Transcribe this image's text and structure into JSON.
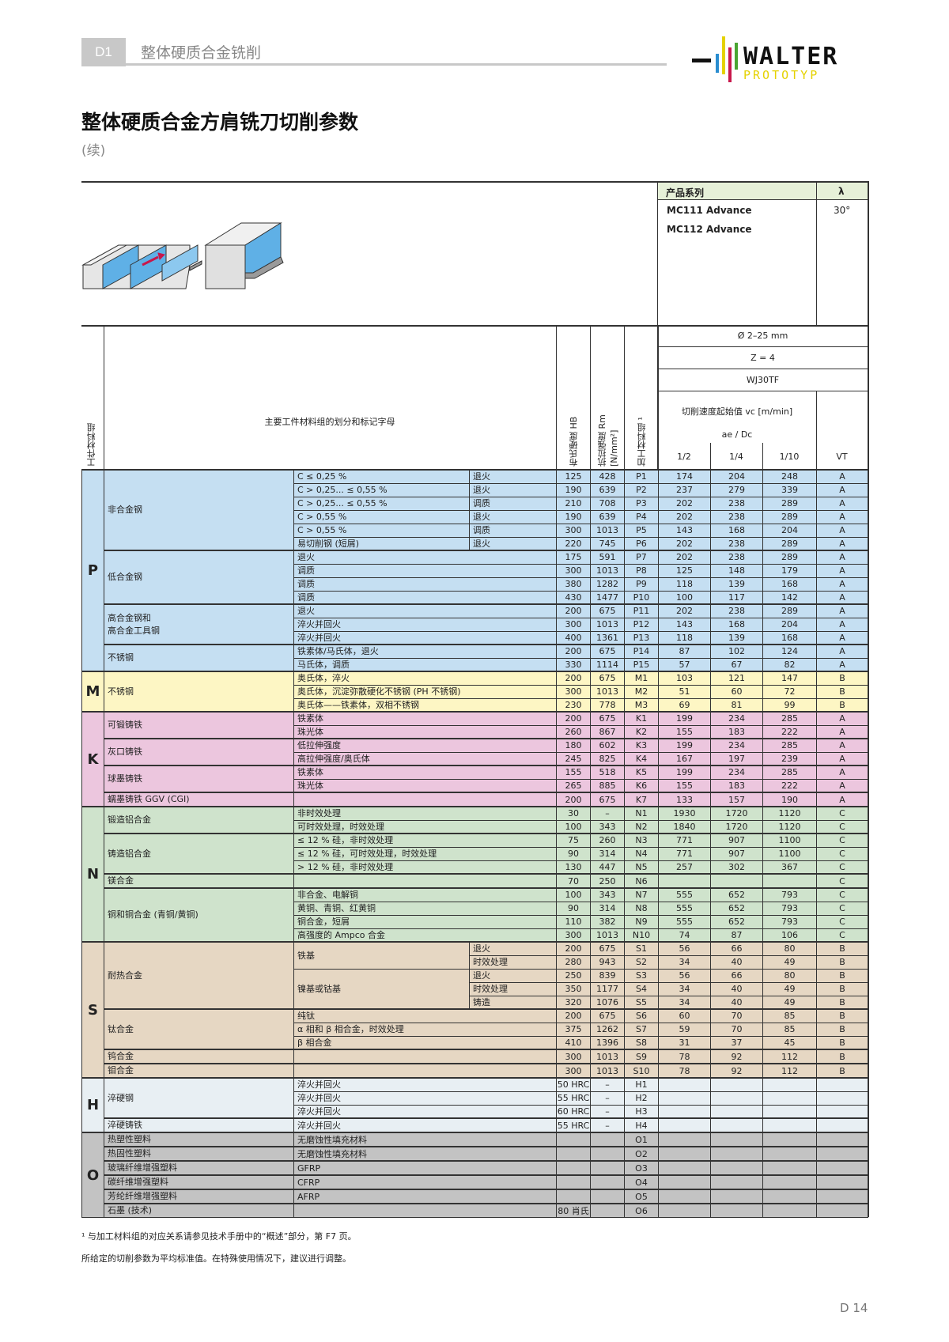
{
  "header": {
    "section_tab": "D1",
    "section_title": "整体硬质合金铣削",
    "logo_word": "WALTER",
    "logo_sub": "PROTOTYP",
    "logo_colors": [
      "#2a8dd0",
      "#e5d200",
      "#c8174b",
      "#4aa532"
    ]
  },
  "page": {
    "title": "整体硬质合金方肩铣刀切削参数",
    "continued": "(续)",
    "page_number": "D 14"
  },
  "product": {
    "series_label": "产品系列",
    "lambda_label": "λ",
    "series": [
      "MC111 Advance",
      "MC112 Advance"
    ],
    "lambda_value": "30°",
    "diameter": "Ø 2–25 mm",
    "teeth": "Z = 4",
    "grade": "WJ30TF",
    "vc_label": "切削速度起始值 vc [m/min]",
    "ae_label": "ae / Dc",
    "ae_cols": [
      "1/2",
      "1/4",
      "1/10"
    ],
    "vt_label": "VT"
  },
  "columns": {
    "group": "工件材料组",
    "main": "主要工件材料组的划分和标记字母",
    "hb": "布氏硬度 HB",
    "rm": "抗拉强度 Rm [N/mm²]",
    "mat": "加工材料组 ¹"
  },
  "rows": [
    {
      "g": "P",
      "cat": "非合金钢",
      "sub": "C ≤ 0,25 %",
      "t": "退火",
      "hb": "125",
      "rm": "428",
      "mat": "P1",
      "v1": "174",
      "v2": "204",
      "v3": "248",
      "vt": "A"
    },
    {
      "g": "P",
      "cat": "",
      "sub": "C > 0,25... ≤ 0,55 %",
      "t": "退火",
      "hb": "190",
      "rm": "639",
      "mat": "P2",
      "v1": "237",
      "v2": "279",
      "v3": "339",
      "vt": "A"
    },
    {
      "g": "P",
      "cat": "",
      "sub": "C > 0,25... ≤ 0,55 %",
      "t": "调质",
      "hb": "210",
      "rm": "708",
      "mat": "P3",
      "v1": "202",
      "v2": "238",
      "v3": "289",
      "vt": "A"
    },
    {
      "g": "P",
      "cat": "",
      "sub": "C > 0,55 %",
      "t": "退火",
      "hb": "190",
      "rm": "639",
      "mat": "P4",
      "v1": "202",
      "v2": "238",
      "v3": "289",
      "vt": "A"
    },
    {
      "g": "P",
      "cat": "",
      "sub": "C > 0,55 %",
      "t": "调质",
      "hb": "300",
      "rm": "1013",
      "mat": "P5",
      "v1": "143",
      "v2": "168",
      "v3": "204",
      "vt": "A"
    },
    {
      "g": "P",
      "cat": "",
      "sub": "易切削钢 (短屑)",
      "t": "退火",
      "hb": "220",
      "rm": "745",
      "mat": "P6",
      "v1": "202",
      "v2": "238",
      "v3": "289",
      "vt": "A"
    },
    {
      "g": "P",
      "cat": "低合金钢",
      "sub": "退火",
      "t": "",
      "hb": "175",
      "rm": "591",
      "mat": "P7",
      "v1": "202",
      "v2": "238",
      "v3": "289",
      "vt": "A"
    },
    {
      "g": "P",
      "cat": "",
      "sub": "调质",
      "t": "",
      "hb": "300",
      "rm": "1013",
      "mat": "P8",
      "v1": "125",
      "v2": "148",
      "v3": "179",
      "vt": "A"
    },
    {
      "g": "P",
      "cat": "",
      "sub": "调质",
      "t": "",
      "hb": "380",
      "rm": "1282",
      "mat": "P9",
      "v1": "118",
      "v2": "139",
      "v3": "168",
      "vt": "A"
    },
    {
      "g": "P",
      "cat": "",
      "sub": "调质",
      "t": "",
      "hb": "430",
      "rm": "1477",
      "mat": "P10",
      "v1": "100",
      "v2": "117",
      "v3": "142",
      "vt": "A"
    },
    {
      "g": "P",
      "cat": "高合金钢和\n高合金工具钢",
      "sub": "退火",
      "t": "",
      "hb": "200",
      "rm": "675",
      "mat": "P11",
      "v1": "202",
      "v2": "238",
      "v3": "289",
      "vt": "A"
    },
    {
      "g": "P",
      "cat": "",
      "sub": "淬火并回火",
      "t": "",
      "hb": "300",
      "rm": "1013",
      "mat": "P12",
      "v1": "143",
      "v2": "168",
      "v3": "204",
      "vt": "A"
    },
    {
      "g": "P",
      "cat": "",
      "sub": "淬火并回火",
      "t": "",
      "hb": "400",
      "rm": "1361",
      "mat": "P13",
      "v1": "118",
      "v2": "139",
      "v3": "168",
      "vt": "A"
    },
    {
      "g": "P",
      "cat": "不锈钢",
      "sub": "铁素体/马氏体，退火",
      "t": "",
      "hb": "200",
      "rm": "675",
      "mat": "P14",
      "v1": "87",
      "v2": "102",
      "v3": "124",
      "vt": "A"
    },
    {
      "g": "P",
      "cat": "",
      "sub": "马氏体，调质",
      "t": "",
      "hb": "330",
      "rm": "1114",
      "mat": "P15",
      "v1": "57",
      "v2": "67",
      "v3": "82",
      "vt": "A"
    },
    {
      "g": "M",
      "cat": "不锈钢",
      "sub": "奥氏体，淬火",
      "t": "",
      "hb": "200",
      "rm": "675",
      "mat": "M1",
      "v1": "103",
      "v2": "121",
      "v3": "147",
      "vt": "B"
    },
    {
      "g": "M",
      "cat": "",
      "sub": "奥氏体，沉淀弥散硬化不锈钢 (PH 不锈钢)",
      "t": "",
      "hb": "300",
      "rm": "1013",
      "mat": "M2",
      "v1": "51",
      "v2": "60",
      "v3": "72",
      "vt": "B"
    },
    {
      "g": "M",
      "cat": "",
      "sub": "奥氏体——铁素体，双相不锈钢",
      "t": "",
      "hb": "230",
      "rm": "778",
      "mat": "M3",
      "v1": "69",
      "v2": "81",
      "v3": "99",
      "vt": "B"
    },
    {
      "g": "K",
      "cat": "可锻铸铁",
      "sub": "铁素体",
      "t": "",
      "hb": "200",
      "rm": "675",
      "mat": "K1",
      "v1": "199",
      "v2": "234",
      "v3": "285",
      "vt": "A"
    },
    {
      "g": "K",
      "cat": "",
      "sub": "珠光体",
      "t": "",
      "hb": "260",
      "rm": "867",
      "mat": "K2",
      "v1": "155",
      "v2": "183",
      "v3": "222",
      "vt": "A"
    },
    {
      "g": "K",
      "cat": "灰口铸铁",
      "sub": "低拉伸强度",
      "t": "",
      "hb": "180",
      "rm": "602",
      "mat": "K3",
      "v1": "199",
      "v2": "234",
      "v3": "285",
      "vt": "A"
    },
    {
      "g": "K",
      "cat": "",
      "sub": "高拉伸强度/奥氏体",
      "t": "",
      "hb": "245",
      "rm": "825",
      "mat": "K4",
      "v1": "167",
      "v2": "197",
      "v3": "239",
      "vt": "A"
    },
    {
      "g": "K",
      "cat": "球墨铸铁",
      "sub": "铁素体",
      "t": "",
      "hb": "155",
      "rm": "518",
      "mat": "K5",
      "v1": "199",
      "v2": "234",
      "v3": "285",
      "vt": "A"
    },
    {
      "g": "K",
      "cat": "",
      "sub": "珠光体",
      "t": "",
      "hb": "265",
      "rm": "885",
      "mat": "K6",
      "v1": "155",
      "v2": "183",
      "v3": "222",
      "vt": "A"
    },
    {
      "g": "K",
      "cat": "蠕墨铸铁 GGV (CGI)",
      "sub": "",
      "t": "",
      "hb": "200",
      "rm": "675",
      "mat": "K7",
      "v1": "133",
      "v2": "157",
      "v3": "190",
      "vt": "A"
    },
    {
      "g": "N",
      "cat": "锻造铝合金",
      "sub": "非时效处理",
      "t": "",
      "hb": "30",
      "rm": "–",
      "mat": "N1",
      "v1": "1930",
      "v2": "1720",
      "v3": "1120",
      "vt": "C"
    },
    {
      "g": "N",
      "cat": "",
      "sub": "可时效处理，时效处理",
      "t": "",
      "hb": "100",
      "rm": "343",
      "mat": "N2",
      "v1": "1840",
      "v2": "1720",
      "v3": "1120",
      "vt": "C"
    },
    {
      "g": "N",
      "cat": "铸造铝合金",
      "sub": "≤ 12 % 硅，非时效处理",
      "t": "",
      "hb": "75",
      "rm": "260",
      "mat": "N3",
      "v1": "771",
      "v2": "907",
      "v3": "1100",
      "vt": "C"
    },
    {
      "g": "N",
      "cat": "",
      "sub": "≤ 12 % 硅，可时效处理，时效处理",
      "t": "",
      "hb": "90",
      "rm": "314",
      "mat": "N4",
      "v1": "771",
      "v2": "907",
      "v3": "1100",
      "vt": "C"
    },
    {
      "g": "N",
      "cat": "",
      "sub": "> 12 % 硅，非时效处理",
      "t": "",
      "hb": "130",
      "rm": "447",
      "mat": "N5",
      "v1": "257",
      "v2": "302",
      "v3": "367",
      "vt": "C"
    },
    {
      "g": "N",
      "cat": "镁合金",
      "sub": "",
      "t": "",
      "hb": "70",
      "rm": "250",
      "mat": "N6",
      "v1": "",
      "v2": "",
      "v3": "",
      "vt": "C"
    },
    {
      "g": "N",
      "cat": "铜和铜合金 (青铜/黄铜)",
      "sub": "非合金、电解铜",
      "t": "",
      "hb": "100",
      "rm": "343",
      "mat": "N7",
      "v1": "555",
      "v2": "652",
      "v3": "793",
      "vt": "C"
    },
    {
      "g": "N",
      "cat": "",
      "sub": "黄铜、青铜、红黄铜",
      "t": "",
      "hb": "90",
      "rm": "314",
      "mat": "N8",
      "v1": "555",
      "v2": "652",
      "v3": "793",
      "vt": "C"
    },
    {
      "g": "N",
      "cat": "",
      "sub": "铜合金，短屑",
      "t": "",
      "hb": "110",
      "rm": "382",
      "mat": "N9",
      "v1": "555",
      "v2": "652",
      "v3": "793",
      "vt": "C"
    },
    {
      "g": "N",
      "cat": "",
      "sub": "高强度的 Ampco 合金",
      "t": "",
      "hb": "300",
      "rm": "1013",
      "mat": "N10",
      "v1": "74",
      "v2": "87",
      "v3": "106",
      "vt": "C"
    },
    {
      "g": "S",
      "cat": "耐热合金",
      "sub": "铁基",
      "t": "退火",
      "hb": "200",
      "rm": "675",
      "mat": "S1",
      "v1": "56",
      "v2": "66",
      "v3": "80",
      "vt": "B"
    },
    {
      "g": "S",
      "cat": "",
      "sub": "",
      "t": "时效处理",
      "hb": "280",
      "rm": "943",
      "mat": "S2",
      "v1": "34",
      "v2": "40",
      "v3": "49",
      "vt": "B"
    },
    {
      "g": "S",
      "cat": "",
      "sub": "镍基或钴基",
      "t": "退火",
      "hb": "250",
      "rm": "839",
      "mat": "S3",
      "v1": "56",
      "v2": "66",
      "v3": "80",
      "vt": "B"
    },
    {
      "g": "S",
      "cat": "",
      "sub": "",
      "t": "时效处理",
      "hb": "350",
      "rm": "1177",
      "mat": "S4",
      "v1": "34",
      "v2": "40",
      "v3": "49",
      "vt": "B"
    },
    {
      "g": "S",
      "cat": "",
      "sub": "",
      "t": "铸造",
      "hb": "320",
      "rm": "1076",
      "mat": "S5",
      "v1": "34",
      "v2": "40",
      "v3": "49",
      "vt": "B"
    },
    {
      "g": "S",
      "cat": "钛合金",
      "sub": "纯钛",
      "t": "",
      "hb": "200",
      "rm": "675",
      "mat": "S6",
      "v1": "60",
      "v2": "70",
      "v3": "85",
      "vt": "B"
    },
    {
      "g": "S",
      "cat": "",
      "sub": "α 相和 β 相合金，时效处理",
      "t": "",
      "hb": "375",
      "rm": "1262",
      "mat": "S7",
      "v1": "59",
      "v2": "70",
      "v3": "85",
      "vt": "B"
    },
    {
      "g": "S",
      "cat": "",
      "sub": "β 相合金",
      "t": "",
      "hb": "410",
      "rm": "1396",
      "mat": "S8",
      "v1": "31",
      "v2": "37",
      "v3": "45",
      "vt": "B"
    },
    {
      "g": "S",
      "cat": "钨合金",
      "sub": "",
      "t": "",
      "hb": "300",
      "rm": "1013",
      "mat": "S9",
      "v1": "78",
      "v2": "92",
      "v3": "112",
      "vt": "B"
    },
    {
      "g": "S",
      "cat": "钼合金",
      "sub": "",
      "t": "",
      "hb": "300",
      "rm": "1013",
      "mat": "S10",
      "v1": "78",
      "v2": "92",
      "v3": "112",
      "vt": "B"
    },
    {
      "g": "H",
      "cat": "淬硬钢",
      "sub": "淬火并回火",
      "t": "",
      "hb": "50 HRC",
      "rm": "–",
      "mat": "H1",
      "v1": "",
      "v2": "",
      "v3": "",
      "vt": ""
    },
    {
      "g": "H",
      "cat": "",
      "sub": "淬火并回火",
      "t": "",
      "hb": "55 HRC",
      "rm": "–",
      "mat": "H2",
      "v1": "",
      "v2": "",
      "v3": "",
      "vt": ""
    },
    {
      "g": "H",
      "cat": "",
      "sub": "淬火并回火",
      "t": "",
      "hb": "60 HRC",
      "rm": "–",
      "mat": "H3",
      "v1": "",
      "v2": "",
      "v3": "",
      "vt": ""
    },
    {
      "g": "H",
      "cat": "淬硬铸铁",
      "sub": "淬火并回火",
      "t": "",
      "hb": "55 HRC",
      "rm": "–",
      "mat": "H4",
      "v1": "",
      "v2": "",
      "v3": "",
      "vt": ""
    },
    {
      "g": "O",
      "cat": "热塑性塑料",
      "sub": "无磨蚀性填充材料",
      "t": "",
      "hb": "",
      "rm": "",
      "mat": "O1",
      "v1": "",
      "v2": "",
      "v3": "",
      "vt": ""
    },
    {
      "g": "O",
      "cat": "热固性塑料",
      "sub": "无磨蚀性填充材料",
      "t": "",
      "hb": "",
      "rm": "",
      "mat": "O2",
      "v1": "",
      "v2": "",
      "v3": "",
      "vt": ""
    },
    {
      "g": "O",
      "cat": "玻璃纤维增强塑料",
      "sub": "GFRP",
      "t": "",
      "hb": "",
      "rm": "",
      "mat": "O3",
      "v1": "",
      "v2": "",
      "v3": "",
      "vt": ""
    },
    {
      "g": "O",
      "cat": "碳纤维增强塑料",
      "sub": "CFRP",
      "t": "",
      "hb": "",
      "rm": "",
      "mat": "O4",
      "v1": "",
      "v2": "",
      "v3": "",
      "vt": ""
    },
    {
      "g": "O",
      "cat": "芳纶纤维增强塑料",
      "sub": "AFRP",
      "t": "",
      "hb": "",
      "rm": "",
      "mat": "O5",
      "v1": "",
      "v2": "",
      "v3": "",
      "vt": ""
    },
    {
      "g": "O",
      "cat": "石墨 (技术)",
      "sub": "",
      "t": "",
      "hb": "80 肖氏",
      "rm": "",
      "mat": "O6",
      "v1": "",
      "v2": "",
      "v3": "",
      "vt": ""
    }
  ],
  "footnotes": [
    "¹ 与加工材料组的对应关系请参见技术手册中的“概述”部分，第 F7 页。",
    "所给定的切削参数为平均标准值。在特殊使用情况下，建议进行调整。"
  ]
}
